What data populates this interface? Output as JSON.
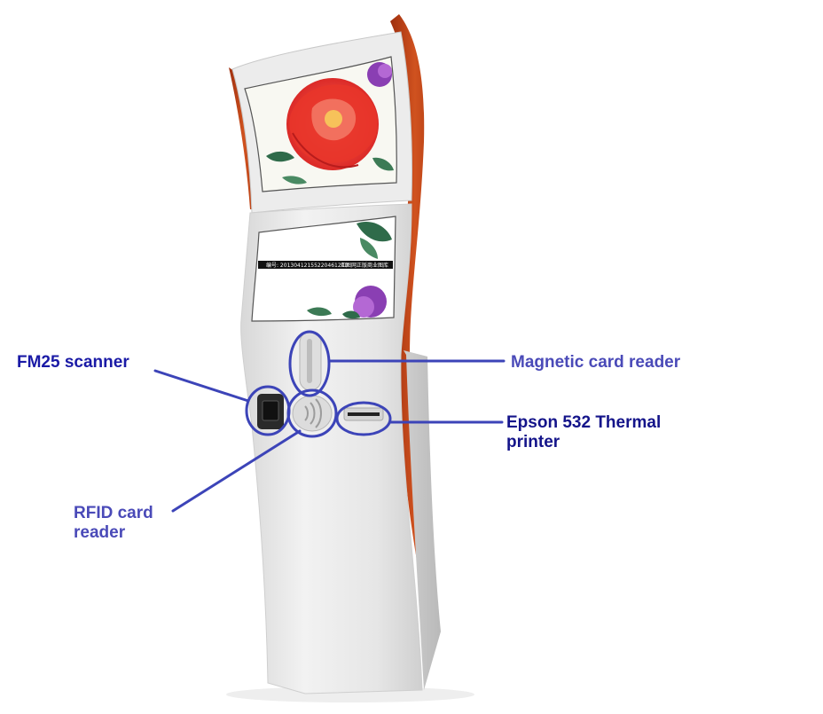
{
  "callouts": {
    "fm25_scanner": [
      "FM25 scanner"
    ],
    "magnetic_card_reader": [
      "Magnetic card reader"
    ],
    "epson_printer": [
      "Epson 532 Thermal",
      "printer"
    ],
    "rfid_card_reader": [
      "RFID card",
      "reader"
    ]
  },
  "screen": {
    "ticker_left": "编号: 20130412155220461200",
    "ticker_right": "汇图网正版商业图库"
  },
  "colors": {
    "callout_line": "#3c44b8",
    "kiosk_body": "#e9e9e9",
    "kiosk_trim": "#c0471b"
  }
}
